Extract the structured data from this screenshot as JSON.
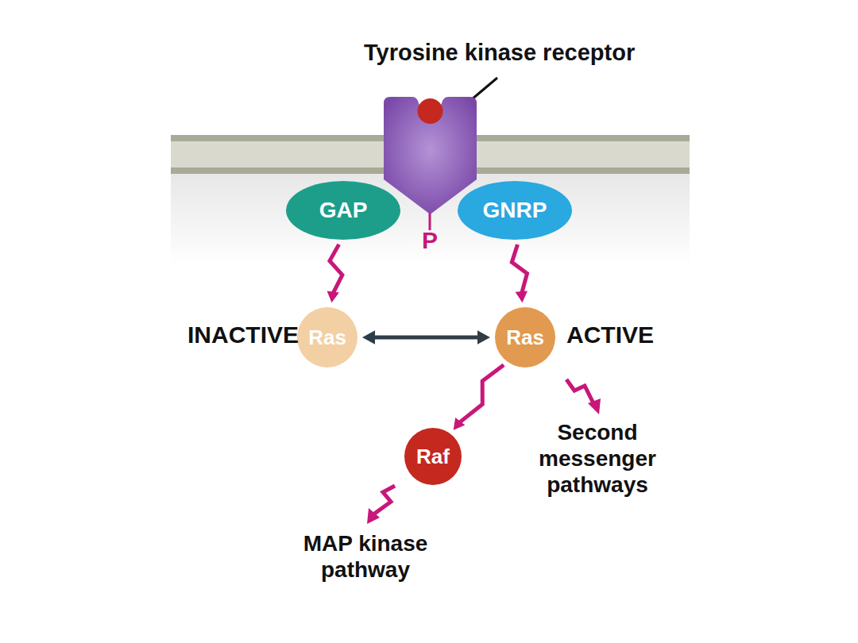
{
  "diagram": {
    "nodes": [
      {
        "text": [
          "Tyrosine kinase receptor"
        ]
      },
      {
        "text": [
          "GAP"
        ]
      },
      {
        "text": [
          "GNRP"
        ]
      },
      {
        "text": [
          "INACTIVE",
          "Ras"
        ]
      },
      {
        "text": [
          "Ras",
          "ACTIVE"
        ]
      },
      {
        "text": [
          "Raf"
        ]
      }
    ],
    "edges": [
      {
        "from": 1,
        "to": 3,
        "arrow": "to"
      },
      {
        "from": 2,
        "to": 4,
        "arrow": "to"
      },
      {
        "from": 3,
        "to": 4,
        "arrow": "both"
      },
      {
        "from": 4,
        "to": 5,
        "arrow": "to"
      }
    ],
    "labels": [
      "P",
      "Second messenger pathways",
      "MAP kinase pathway"
    ]
  }
}
